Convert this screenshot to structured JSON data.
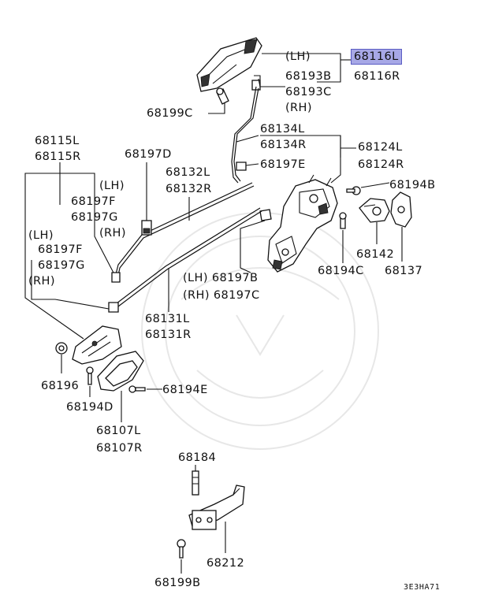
{
  "diagram": {
    "highlight_part": "68116L",
    "footer_code": "3E3HA71",
    "labels": {
      "lh_top": "(LH)",
      "p68116L": "68116L",
      "p68116R": "68116R",
      "p68193B": "68193B",
      "p68193C": "68193C",
      "rh_top": "(RH)",
      "p68199C": "68199C",
      "p68134L": "68134L",
      "p68134R": "68134R",
      "p68124L": "68124L",
      "p68124R": "68124R",
      "p68115L": "68115L",
      "p68115R": "68115R",
      "p68197D": "68197D",
      "p68197E": "68197E",
      "p68132L": "68132L",
      "p68132R": "68132R",
      "p68194B": "68194B",
      "lh_mid": "(LH)",
      "p68197F_a": "68197F",
      "p68197G_a": "68197G",
      "rh_mid": "(RH)",
      "lh_left": "(LH)",
      "p68197F_b": "68197F",
      "p68197G_b": "68197G",
      "rh_left": "(RH)",
      "p68142": "68142",
      "p68137": "68137",
      "p68194C": "68194C",
      "p68197B_line": "(LH) 68197B",
      "p68197C_line": "(RH) 68197C",
      "p68131L": "68131L",
      "p68131R": "68131R",
      "p68196": "68196",
      "p68194E": "68194E",
      "p68194D": "68194D",
      "p68107L": "68107L",
      "p68107R": "68107R",
      "p68184": "68184",
      "p68212": "68212",
      "p68199B": "68199B"
    }
  }
}
